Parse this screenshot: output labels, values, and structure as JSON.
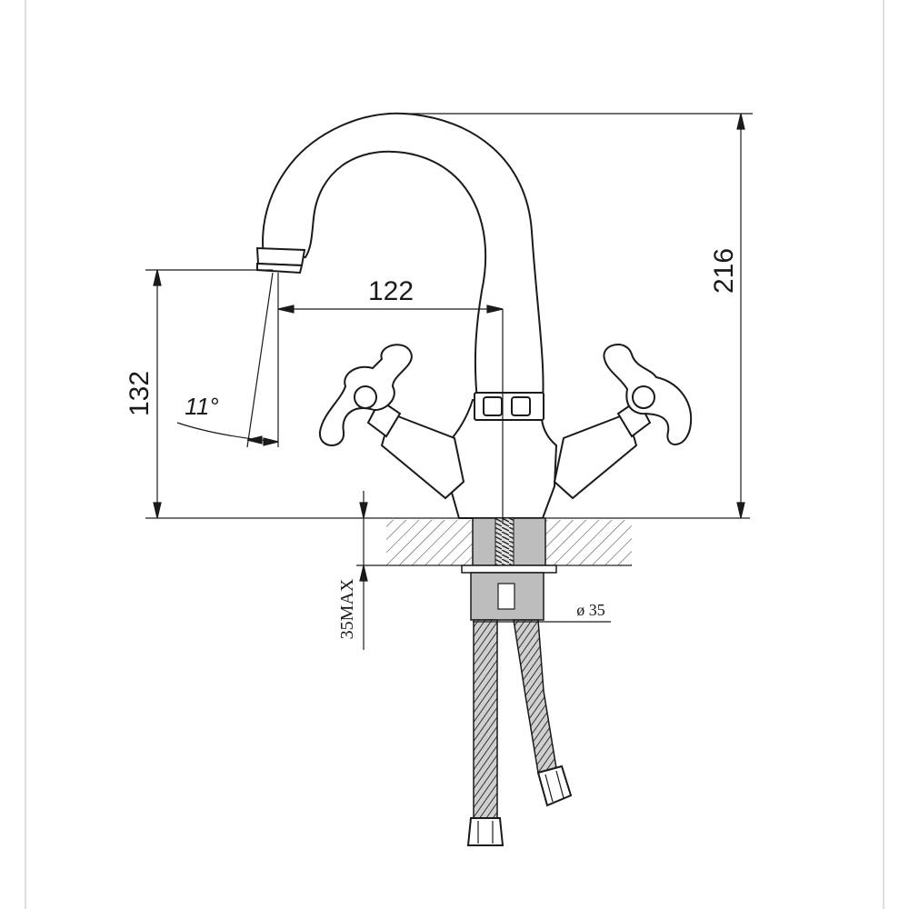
{
  "drawing": {
    "dimensions": {
      "total_height": "216",
      "spout_reach": "122",
      "spout_height": "132",
      "angle": "11°",
      "counter_thickness": "35MAX",
      "hole_diameter": "ø 35"
    }
  }
}
